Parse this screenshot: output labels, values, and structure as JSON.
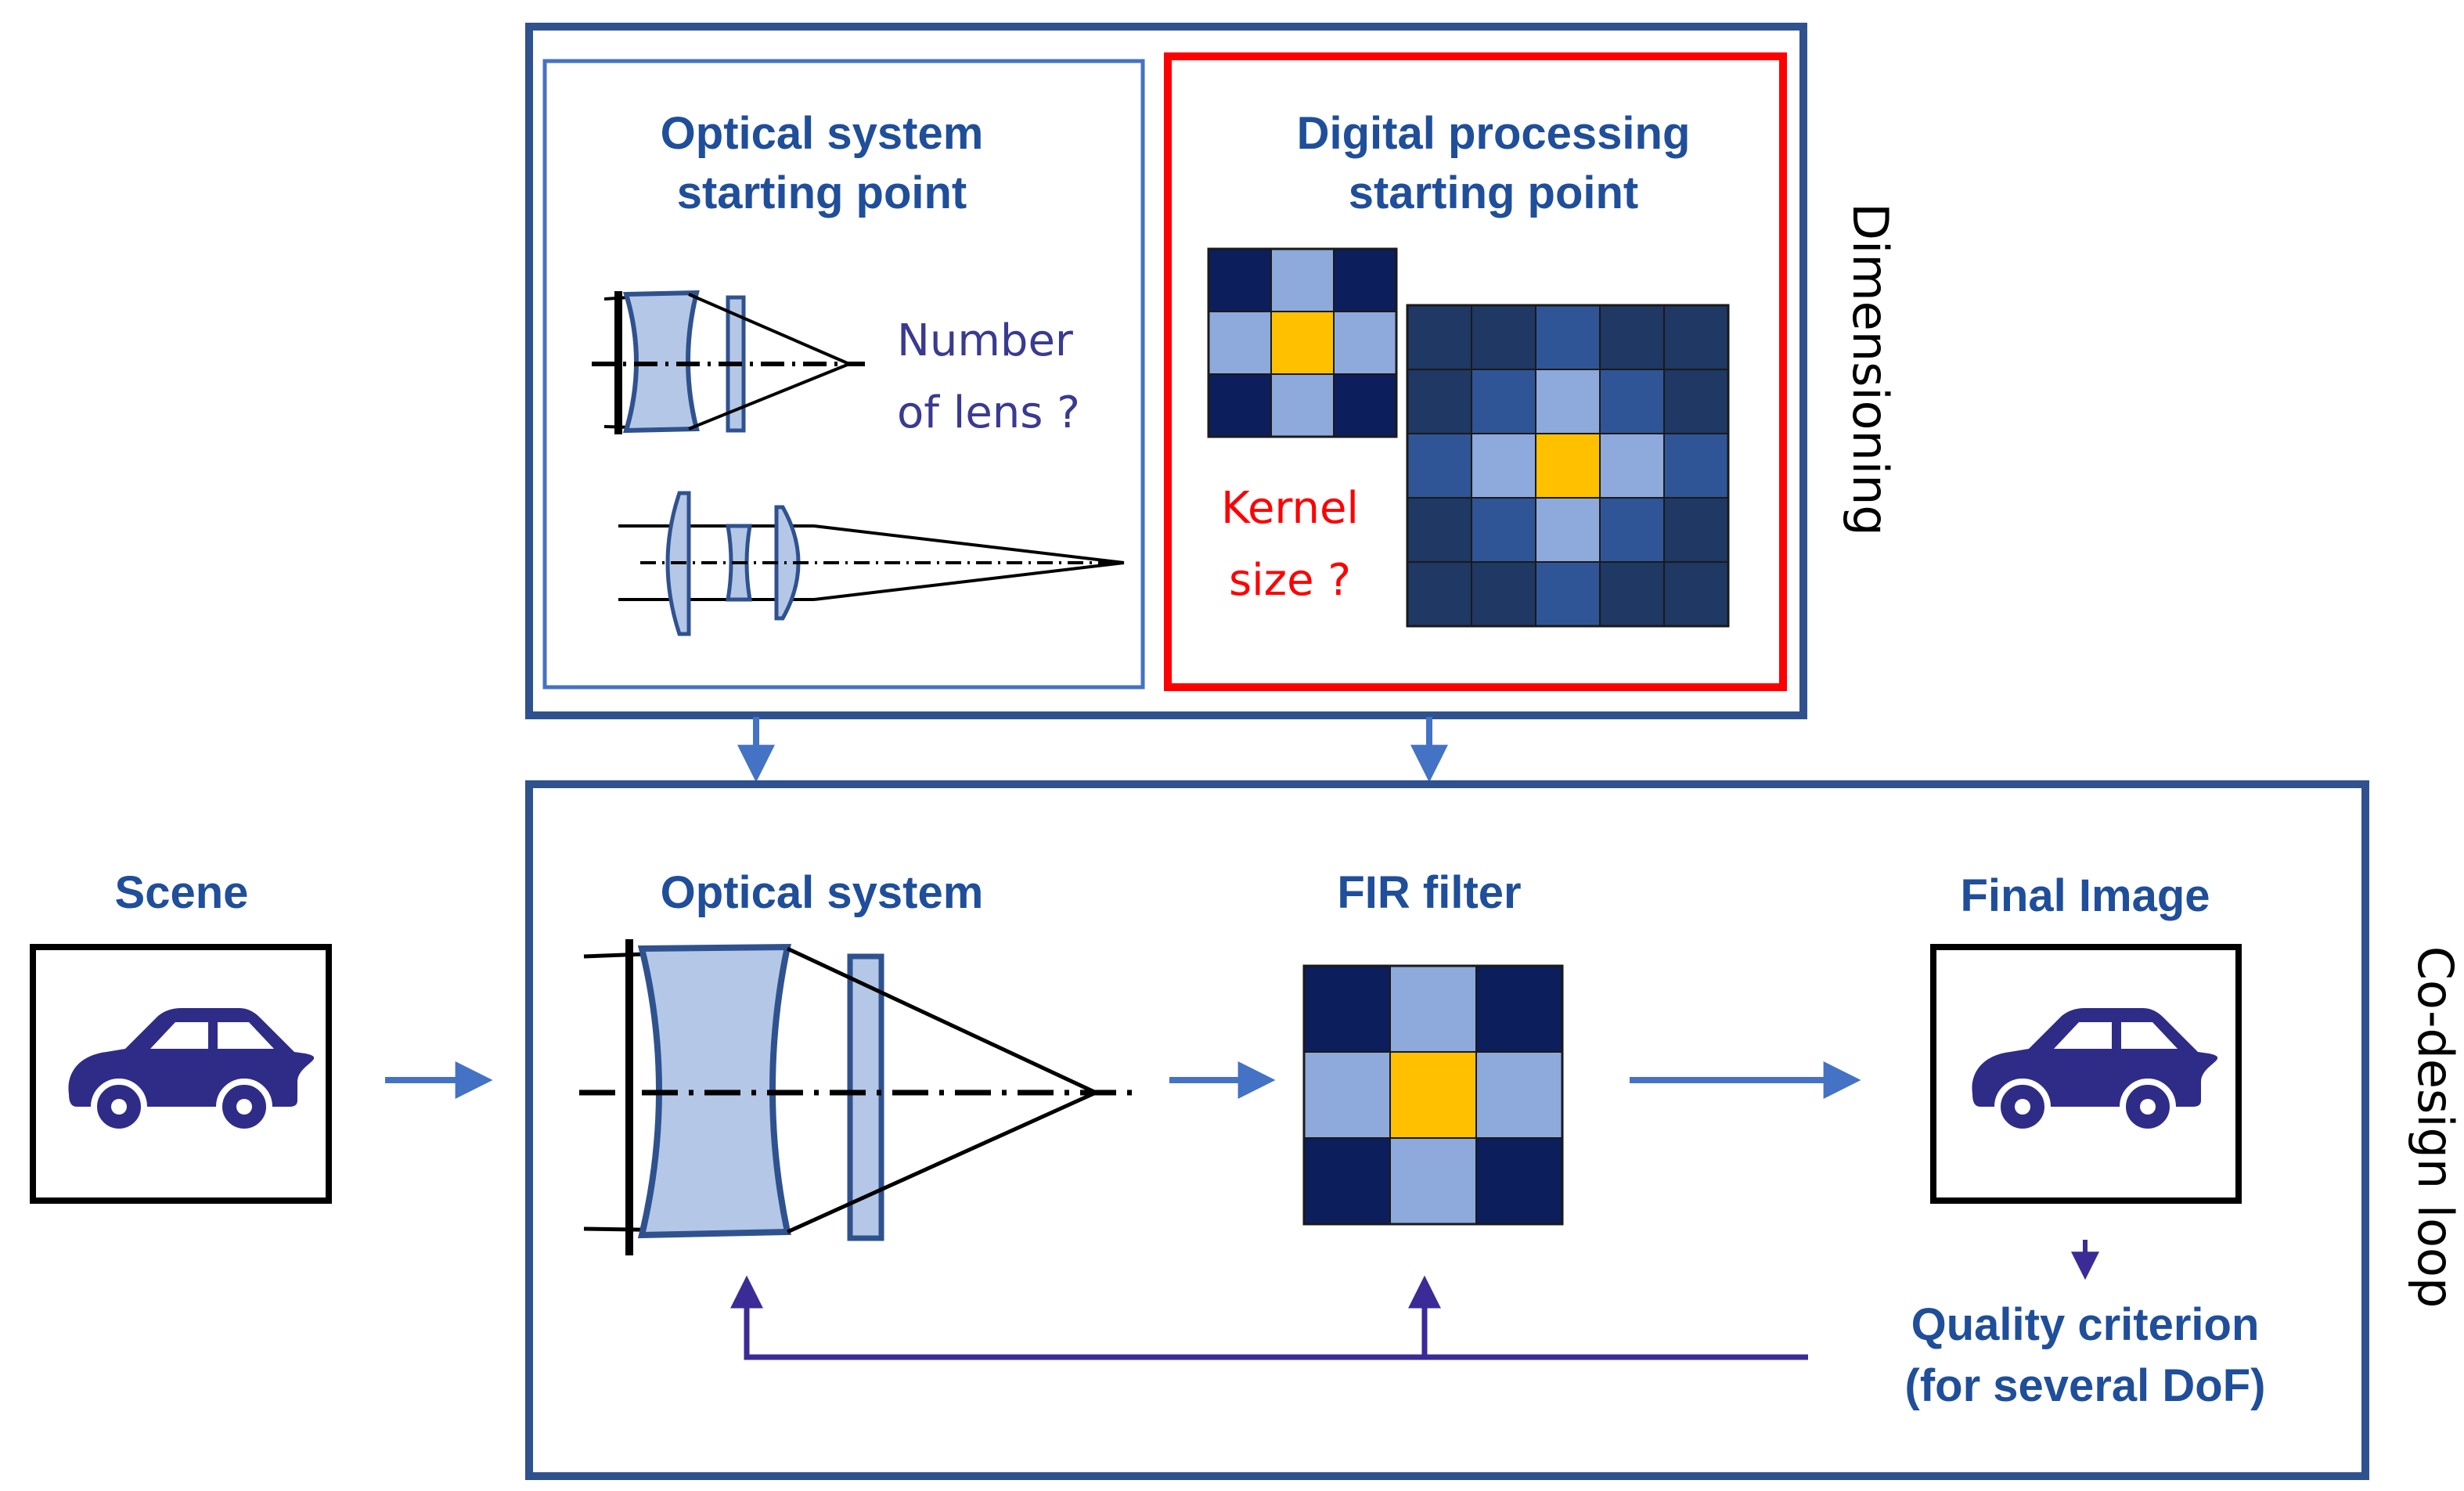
{
  "colors": {
    "frame_blue": "#2F528F",
    "light_frame_blue": "#4472C4",
    "red": "#FF0000",
    "label_blue": "#1F4E9A",
    "question_purple": "#3A3A92",
    "arrow_blue": "#4472C4",
    "feedback_purple": "#3A2B96",
    "lens_fill": "#B4C7E7",
    "car_color": "#2E2C87",
    "kernel_dark": "#0C1E5B",
    "kernel_mid": "#8EA9DB",
    "kernel_center": "#FFC000",
    "kernel_deep": "#1F3864",
    "kernel_medium": "#2F5597"
  },
  "dimensioning": {
    "side_label": "Dimensioning",
    "optical_panel": {
      "title_line1": "Optical system",
      "title_line2": "starting point",
      "question_line1": "Number",
      "question_line2": "of lens ?"
    },
    "digital_panel": {
      "title_line1": "Digital processing",
      "title_line2": "starting point",
      "question_line1": "Kernel",
      "question_line2": "size ?"
    }
  },
  "codesign": {
    "side_label": "Co-design loop",
    "scene_label": "Scene",
    "optical_label": "Optical system",
    "fir_label": "FIR filter",
    "final_label": "Final Image",
    "quality_line1": "Quality criterion",
    "quality_line2": "(for several DoF)"
  },
  "kernels": {
    "small_3x3": [
      [
        "dark",
        "mid",
        "dark"
      ],
      [
        "mid",
        "center",
        "mid"
      ],
      [
        "dark",
        "mid",
        "dark"
      ]
    ],
    "large_5x5": [
      [
        "deep",
        "deep",
        "medium",
        "deep",
        "deep"
      ],
      [
        "deep",
        "medium",
        "mid",
        "medium",
        "deep"
      ],
      [
        "medium",
        "mid",
        "center",
        "mid",
        "medium"
      ],
      [
        "deep",
        "medium",
        "mid",
        "medium",
        "deep"
      ],
      [
        "deep",
        "deep",
        "medium",
        "deep",
        "deep"
      ]
    ],
    "fir_3x3": [
      [
        "dark",
        "mid",
        "dark"
      ],
      [
        "mid",
        "center",
        "mid"
      ],
      [
        "dark",
        "mid",
        "dark"
      ]
    ]
  },
  "icons": [
    "car-icon",
    "lens-icon",
    "arrow-icon"
  ]
}
